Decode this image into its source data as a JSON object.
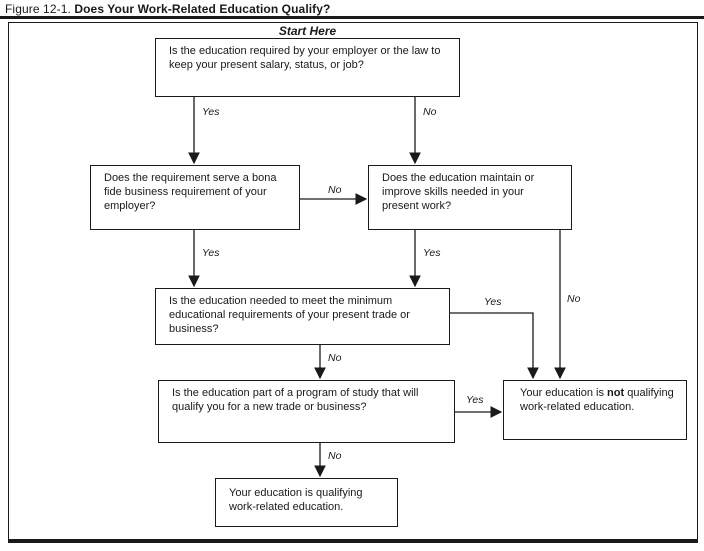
{
  "figure": {
    "label": "Figure 12-1.",
    "title": "Does Your Work-Related Education Qualify?"
  },
  "flowchart": {
    "start_here": "Start Here",
    "decision_labels": {
      "yes": "Yes",
      "no": "No"
    },
    "nodes": {
      "q1": "Is the education required by your employer or the law to keep your present salary, status, or job?",
      "q2": "Does the requirement serve a bona fide business requirement of your employer?",
      "q3": "Does the education maintain or improve skills needed in your present work?",
      "q4": "Is the education needed to meet the minimum educational requirements of your present trade or business?",
      "q5": "Is the education part of a program of study that will qualify you for a new trade or business?",
      "not_qualifying": {
        "prefix": "Your education is ",
        "bold": "not",
        "suffix": " qualifying work-related education."
      },
      "qualifying": "Your education is qualifying work-related education."
    }
  },
  "colors": {
    "ink": "#1a1a1a",
    "paper": "#ffffff"
  }
}
